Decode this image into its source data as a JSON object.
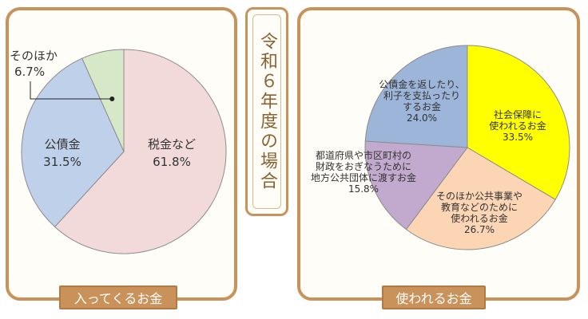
{
  "center_label": "令和６年度の場合",
  "left_tag": "入ってくるお金",
  "right_tag": "使われるお金",
  "colors": {
    "frame": "#c9925a",
    "tag_text": "#ffffff",
    "income_slices": [
      "#f3dada",
      "#bfd0ea",
      "#d7e8c9"
    ],
    "spend_slices": [
      "#ffff00",
      "#fbd5b4",
      "#c2a9ce",
      "#9cb5d8"
    ]
  },
  "chart_data": [
    {
      "type": "pie",
      "labels": [
        "税金など",
        "公債金",
        "そのほか"
      ],
      "values": [
        61.8,
        31.5,
        6.7
      ],
      "value_labels": [
        "61.8%",
        "31.5%",
        "6.7%"
      ],
      "start": "12 o'clock",
      "direction": "clockwise"
    },
    {
      "type": "pie",
      "labels": [
        [
          "社会保障に",
          "使われるお金"
        ],
        [
          "そのほか公共事業や",
          "教育などのために",
          "使われるお金"
        ],
        [
          "都道府県や市区町村の",
          "財政をおぎなうために",
          "地方公共団体に渡すお金"
        ],
        [
          "公債金を返したり、",
          "利子を支払ったり",
          "するお金"
        ]
      ],
      "values": [
        33.5,
        26.7,
        15.8,
        24.0
      ],
      "value_labels": [
        "33.5%",
        "26.7%",
        "15.8%",
        "24.0%"
      ],
      "start": "12 o'clock",
      "direction": "clockwise"
    }
  ]
}
